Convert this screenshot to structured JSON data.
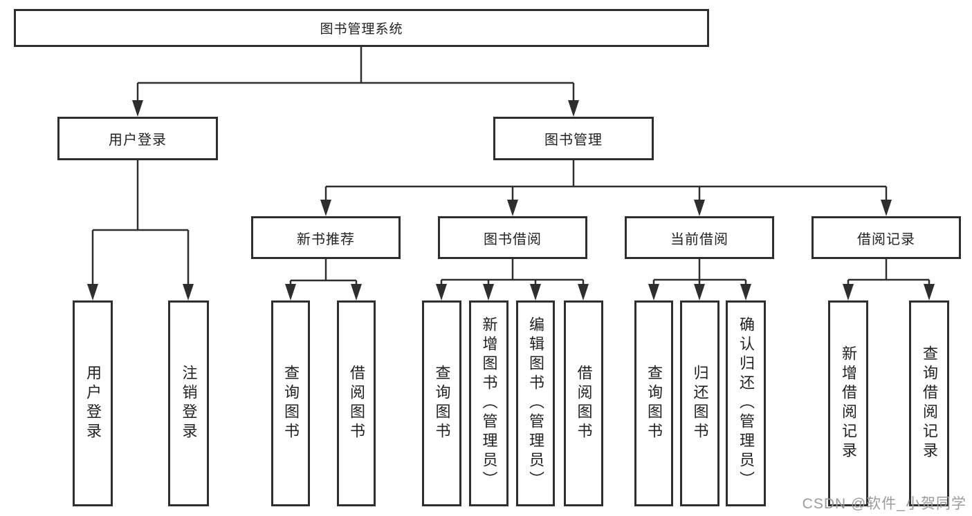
{
  "diagram": {
    "root": "图书管理系统",
    "level2": [
      "用户登录",
      "图书管理"
    ],
    "level3": [
      "新书推荐",
      "图书借阅",
      "当前借阅",
      "借阅记录"
    ],
    "leaves_user": [
      "用户登录",
      "注销登录"
    ],
    "leaves_recommend": [
      "查询图书",
      "借阅图书"
    ],
    "leaves_borrow": [
      "查询图书",
      "新增图书（管理员）",
      "编辑图书（管理员）",
      "借阅图书"
    ],
    "leaves_current": [
      "查询图书",
      "归还图书",
      "确认归还（管理员）"
    ],
    "leaves_records": [
      "新增借阅记录",
      "查询借阅记录"
    ]
  },
  "colors": {
    "line": "#2e2e2e",
    "box_border": "#2e2e2e",
    "text": "#222222",
    "background": "#ffffff",
    "watermark": "#9b9b9b"
  },
  "watermark": "CSDN @软件_小贺同学"
}
